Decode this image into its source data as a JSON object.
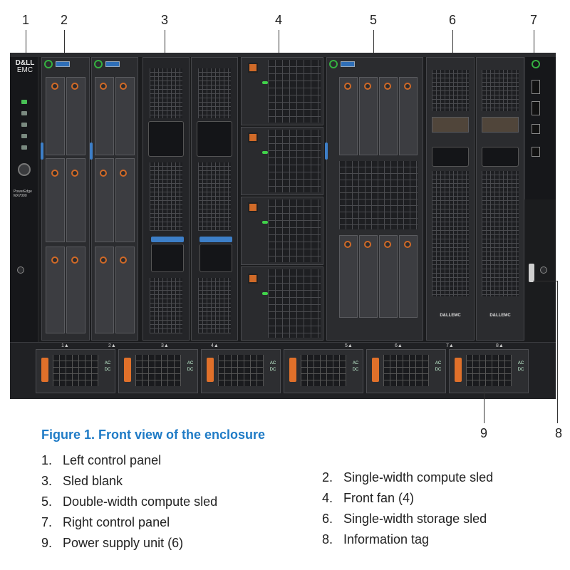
{
  "callouts": {
    "top": [
      "1",
      "2",
      "3",
      "4",
      "5",
      "6",
      "7"
    ],
    "bottom": [
      "9",
      "8"
    ]
  },
  "enclosure": {
    "brand_line1": "D&LL",
    "brand_line2": "EMC",
    "model_line1": "PowerEdge",
    "model_line2": "MX7000",
    "bay_labels": [
      "1▲",
      "2▲",
      "3▲",
      "4▲",
      "5▲",
      "6▲",
      "7▲",
      "8▲"
    ],
    "psu_ac": "AC",
    "psu_dc": "DC",
    "storage_badge": "D&LLEMC"
  },
  "figure": {
    "caption": "Figure 1. Front view of the enclosure"
  },
  "legend": [
    {
      "num": "1.",
      "label": "Left control panel"
    },
    {
      "num": "3.",
      "label": "Sled blank"
    },
    {
      "num": "5.",
      "label": "Double-width compute sled"
    },
    {
      "num": "7.",
      "label": "Right control panel"
    },
    {
      "num": "9.",
      "label": "Power supply unit (6)"
    },
    {
      "num": "2.",
      "label": "Single-width compute sled"
    },
    {
      "num": "4.",
      "label": "Front fan (4)"
    },
    {
      "num": "6.",
      "label": "Single-width storage sled"
    },
    {
      "num": "8.",
      "label": "Information tag"
    }
  ],
  "colors": {
    "caption": "#1f7bc6",
    "latch_orange": "#d06a28",
    "handle_blue": "#3d7fc8",
    "led_green": "#3cc24a"
  }
}
